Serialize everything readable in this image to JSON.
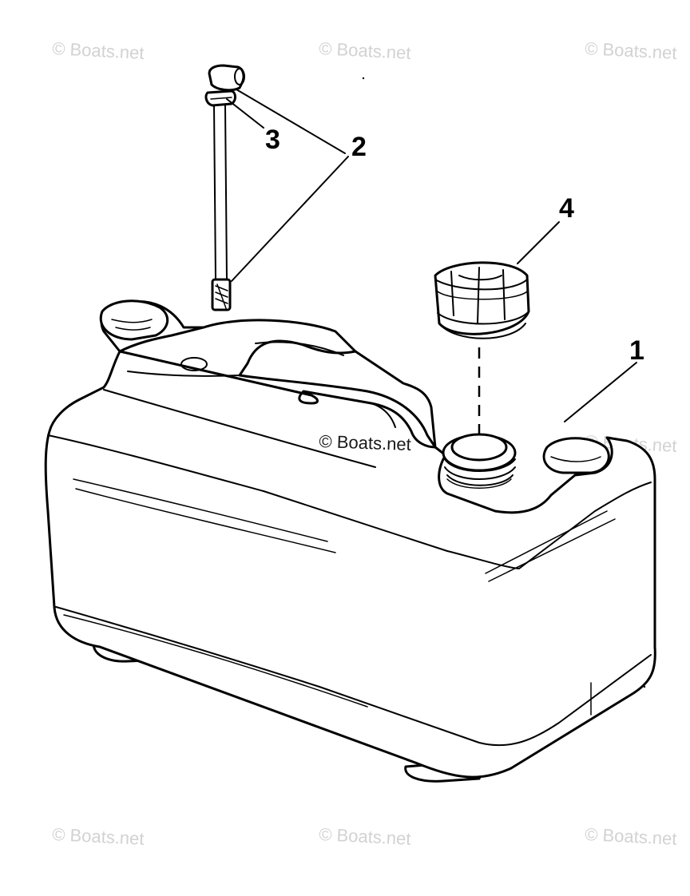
{
  "watermark": {
    "text": "© Boats.net",
    "center_text": "© Boats.net"
  },
  "callouts": [
    {
      "label": "1",
      "part": "fuel-tank"
    },
    {
      "label": "2",
      "part": "fuel-pickup-assembly"
    },
    {
      "label": "3",
      "part": "pickup-seal"
    },
    {
      "label": "4",
      "part": "fuel-cap"
    }
  ]
}
